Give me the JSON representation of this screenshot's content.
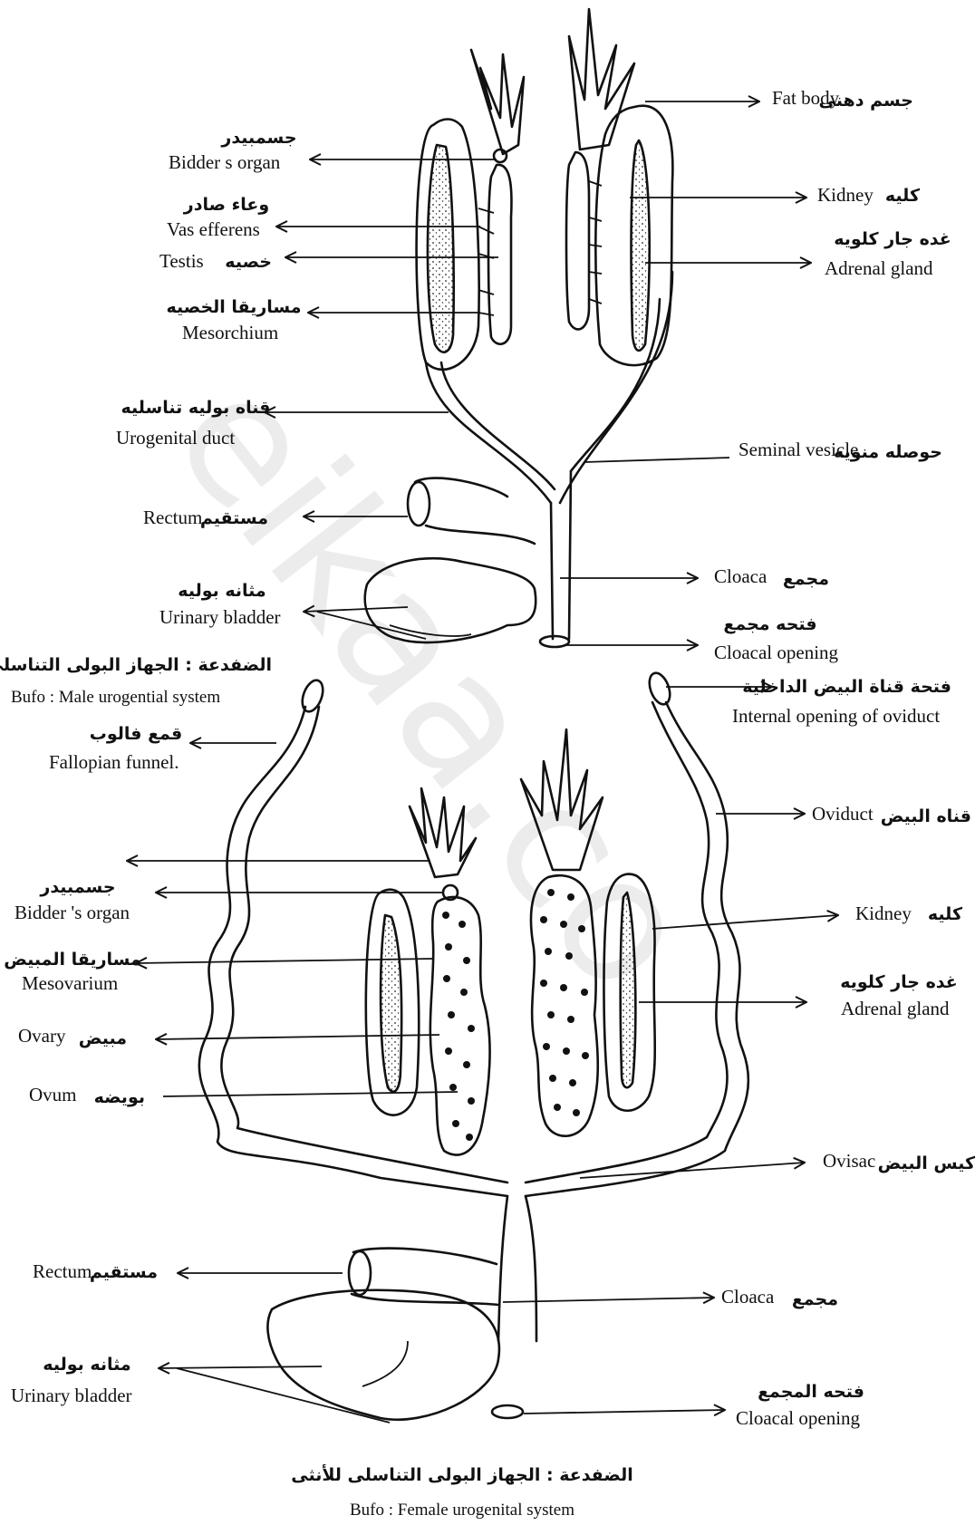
{
  "watermark": "eikaa.co",
  "male": {
    "labels": {
      "fat_body": {
        "en": "Fat body",
        "ar": "جسم دهنى"
      },
      "bidders_organ": {
        "en": "Bidder s organ",
        "ar": "جسمبيدر"
      },
      "vas_efferens": {
        "en": "Vas efferens",
        "ar": "وعاء صادر"
      },
      "testis": {
        "en": "Testis",
        "ar": "خصيه"
      },
      "mesorchium": {
        "en": "Mesorchium",
        "ar": "مساريقا الخصيه"
      },
      "kidney": {
        "en": "Kidney",
        "ar": "كليه"
      },
      "adrenal_gland": {
        "en": "Adrenal gland",
        "ar": "غده جار كلويه"
      },
      "urogenital_duct": {
        "en": "Urogenital duct",
        "ar": "قناه بوليه تناسليه"
      },
      "seminal_vesicle": {
        "en": "Seminal vesicle",
        "ar": "حوصله منويه"
      },
      "rectum": {
        "en": "Rectum",
        "ar": "مستقيم"
      },
      "cloaca": {
        "en": "Cloaca",
        "ar": "مجمع"
      },
      "urinary_bladder": {
        "en": "Urinary bladder",
        "ar": "مثانه بوليه"
      },
      "cloacal_opening": {
        "en": "Cloacal opening",
        "ar": "فتحه مجمع"
      }
    },
    "caption_ar": "الضفدعة : الجهاز البولى التناسلى للذكر",
    "caption_en": "Bufo : Male urogential system"
  },
  "female": {
    "labels": {
      "internal_opening": {
        "en": "Internal opening of oviduct",
        "ar": "فتحة قناة البيض الداخلية"
      },
      "fallopian_funnel": {
        "en": "Fallopian funnel.",
        "ar": "قمع فالوب"
      },
      "oviduct": {
        "en": "Oviduct",
        "ar": "قناه البيض"
      },
      "bidders_organ": {
        "en": "Bidder 's organ",
        "ar": "جسمبيدر"
      },
      "mesovarium": {
        "en": "Mesovarium",
        "ar": "مساريقا المبيض"
      },
      "ovary": {
        "en": "Ovary",
        "ar": "مبيض"
      },
      "ovum": {
        "en": "Ovum",
        "ar": "بويضه"
      },
      "kidney": {
        "en": "Kidney",
        "ar": "كليه"
      },
      "adrenal_gland": {
        "en": "Adrenal gland",
        "ar": "غده جار كلويه"
      },
      "ovisac": {
        "en": "Ovisac",
        "ar": "كيس البيض"
      },
      "rectum": {
        "en": "Rectum",
        "ar": "مستقيم"
      },
      "cloaca": {
        "en": "Cloaca",
        "ar": "مجمع"
      },
      "urinary_bladder": {
        "en": "Urinary bladder",
        "ar": "مثانه بوليه"
      },
      "cloacal_opening": {
        "en": "Cloacal opening",
        "ar": "فتحه المجمع"
      }
    },
    "caption_ar": "الضفدعة : الجهاز البولى التناسلى للأنثى",
    "caption_en": "Bufo : Female urogenital system"
  }
}
